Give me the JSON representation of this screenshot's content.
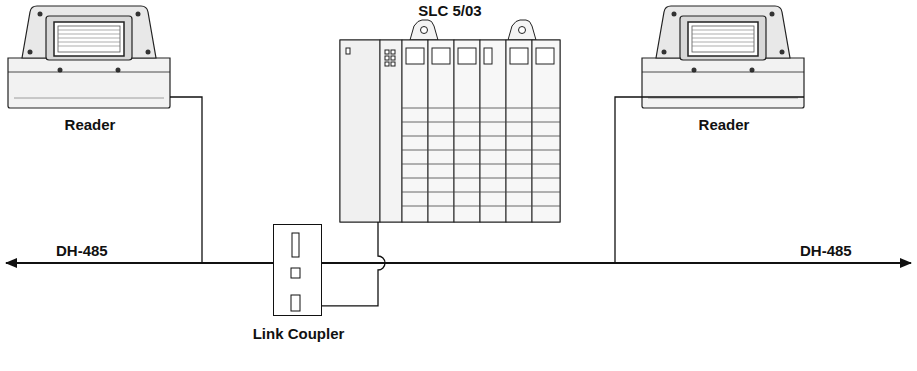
{
  "diagram": {
    "nodes": [
      {
        "text": [
          "Reader"
        ]
      },
      {
        "text": [
          "SLC 5/03"
        ]
      },
      {
        "text": [
          "Reader"
        ]
      },
      {
        "text": [
          "Link Coupler"
        ]
      }
    ],
    "edges": [
      {
        "from": 1,
        "to": 3,
        "arrow": "none"
      }
    ],
    "labels": [
      "DH-485",
      "DH-485"
    ]
  }
}
